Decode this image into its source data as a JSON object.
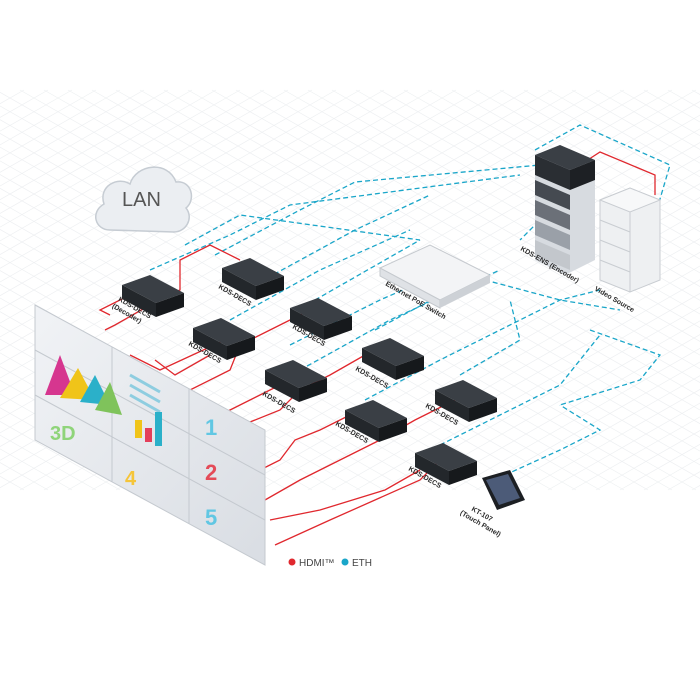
{
  "cloud": {
    "label": "LAN"
  },
  "devices": [
    {
      "label": "KDS-DECS",
      "sublabel": "(Decoder)"
    },
    {
      "label": "KDS-DECS"
    },
    {
      "label": "KDS-DECS"
    },
    {
      "label": "KDS-DECS"
    },
    {
      "label": "KDS-DECS"
    },
    {
      "label": "KDS-DECS"
    },
    {
      "label": "KDS-DECS"
    },
    {
      "label": "KDS-DECS"
    },
    {
      "label": "KDS-DECS"
    }
  ],
  "switch": {
    "label": "Ethernet PoE Switch"
  },
  "encoder": {
    "label": "KDS-ENS (Encoder)"
  },
  "source": {
    "label": "Video Source"
  },
  "panel": {
    "label": "KT-107",
    "sublabel": "(Touch Panel)"
  },
  "wall_tiles": {
    "t1": "1",
    "t2": "2",
    "t3": "3D",
    "t4": "4",
    "t5": "5"
  },
  "legend": [
    {
      "label": "HDMI™",
      "color": "#e0282e"
    },
    {
      "label": "ETH",
      "color": "#1aa6c9"
    }
  ],
  "colors": {
    "hdmi": "#e0282e",
    "eth": "#1aa6c9",
    "box": "#2a2e33"
  }
}
